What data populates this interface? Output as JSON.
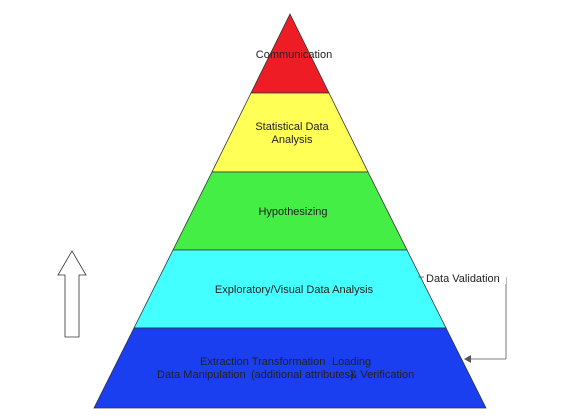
{
  "diagram": {
    "tiers": [
      {
        "id": "communication",
        "lines": [
          "Communication"
        ],
        "color": "#ee1c25"
      },
      {
        "id": "statistical",
        "lines": [
          "Statistical Data",
          "Analysis"
        ],
        "color": "#ffff55"
      },
      {
        "id": "hypothesizing",
        "lines": [
          "Hypothesizing"
        ],
        "color": "#44ee44"
      },
      {
        "id": "exploratory",
        "lines": [
          "Exploratory/Visual Data Analysis"
        ],
        "color": "#44ffff"
      },
      {
        "id": "base",
        "color": "#1a3ff0"
      }
    ],
    "base_texts": {
      "etl": "Extraction Transformation",
      "loading": "Loading",
      "data_manipulation": "Data Manipulation",
      "additional_attributes": "(additional attributes)",
      "verification": "& Verification"
    },
    "side_label": "Data Validation",
    "colors": {
      "outline": "#333333",
      "arrow_fill": "#ffffff",
      "arrow_stroke": "#333333",
      "connector": "#555555"
    }
  }
}
